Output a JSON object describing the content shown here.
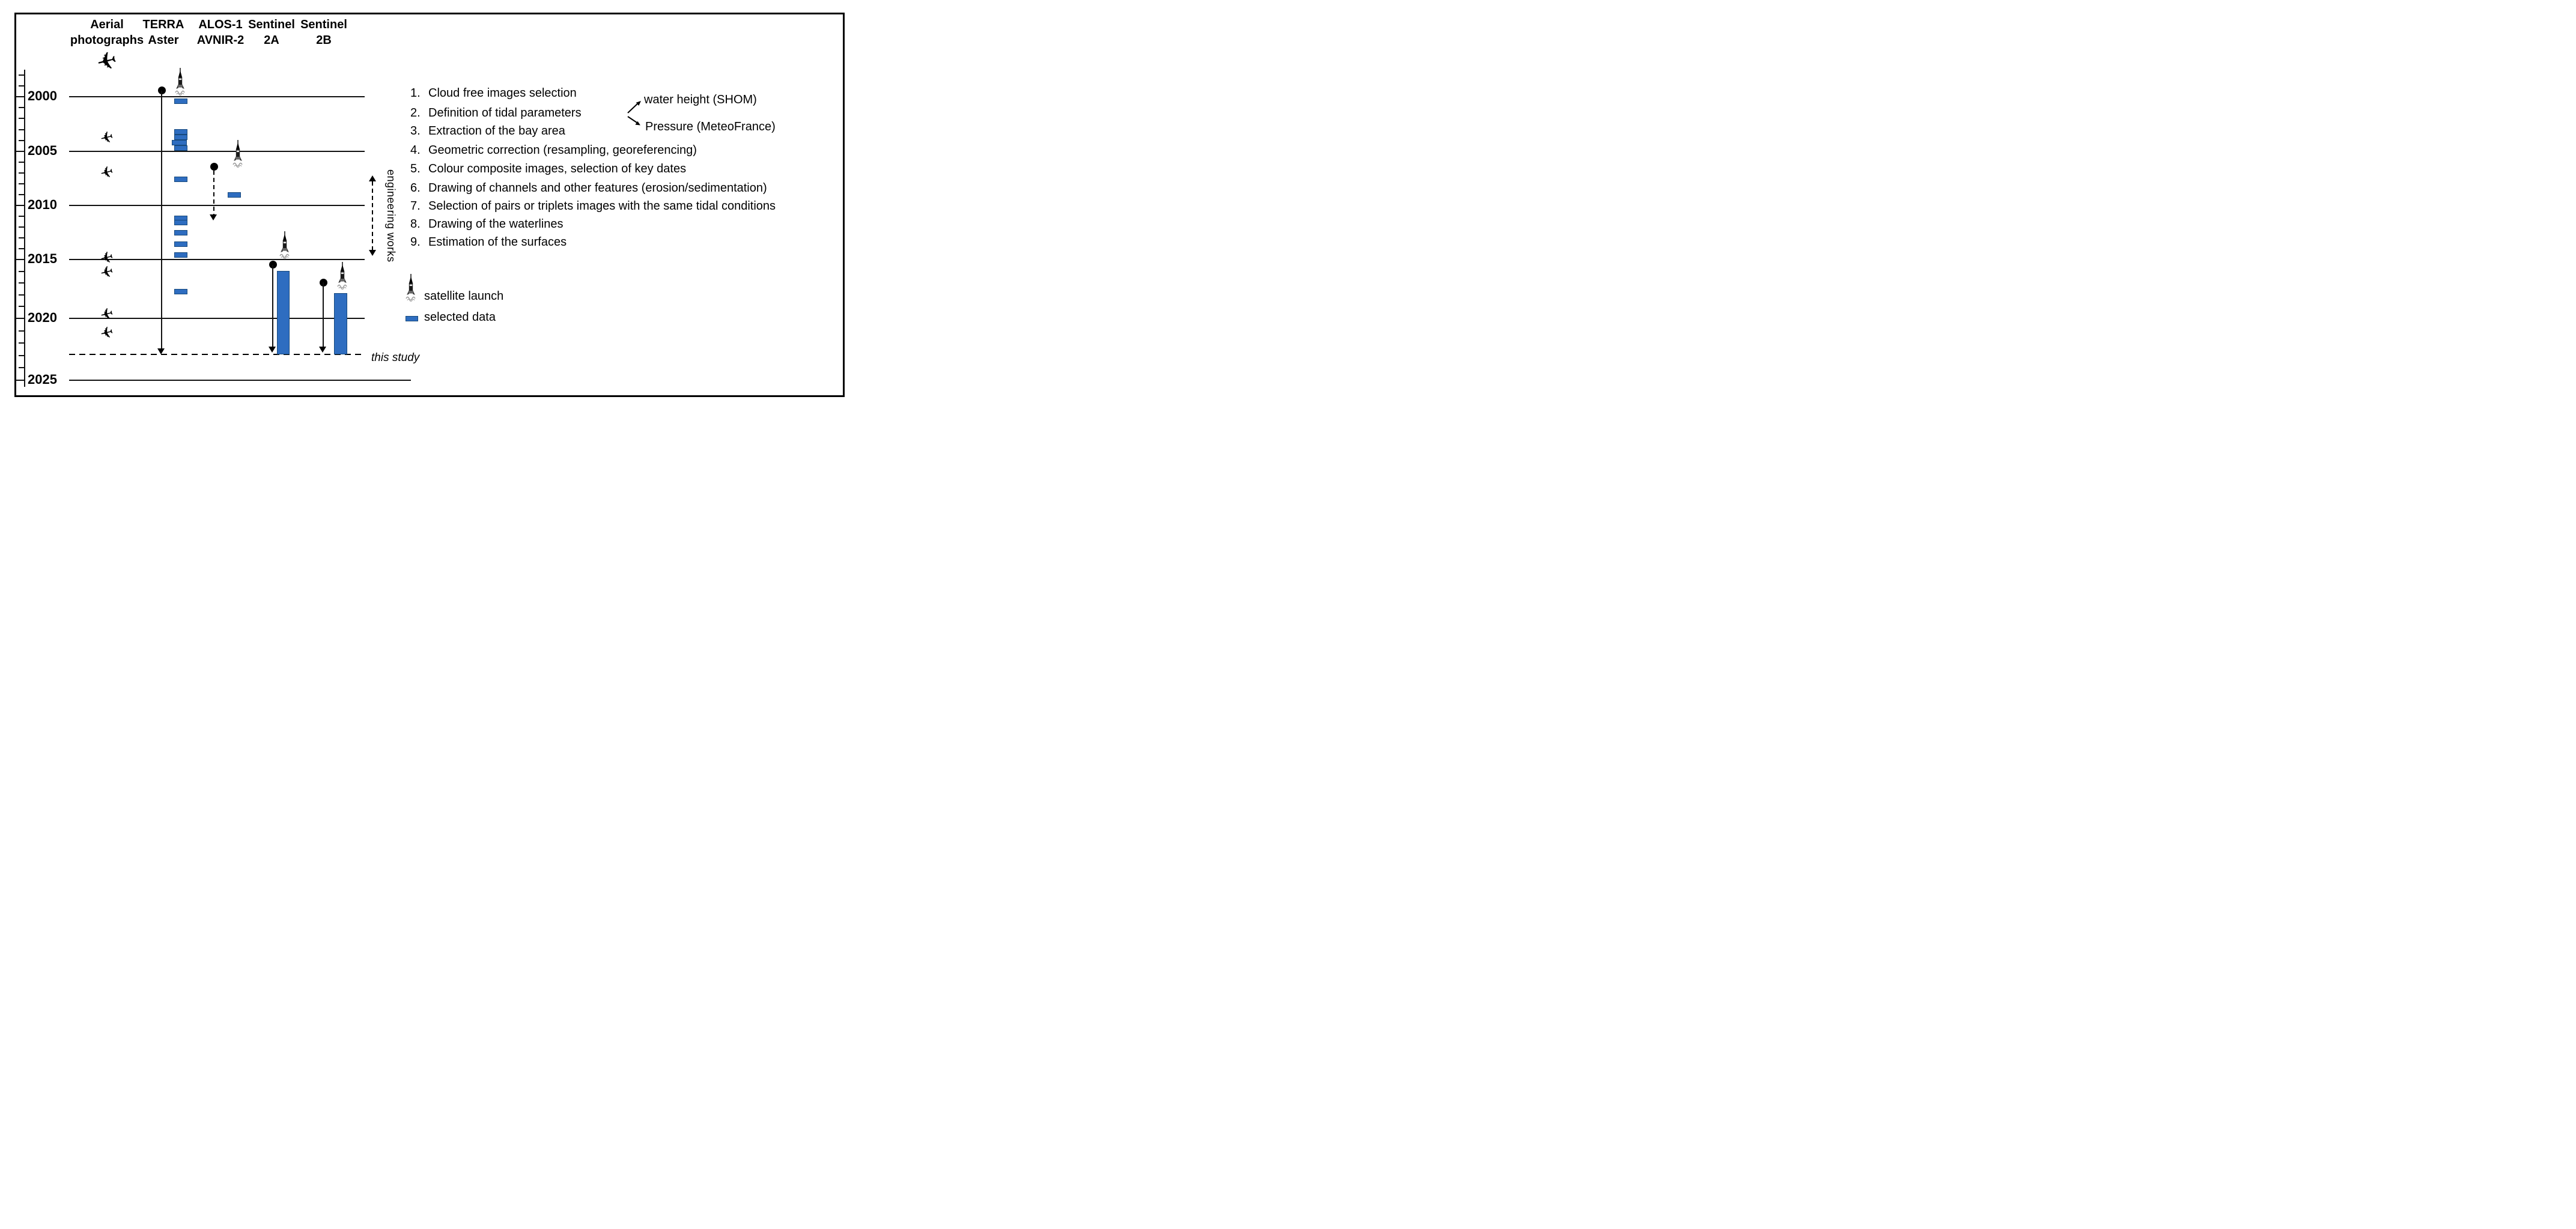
{
  "columns": [
    {
      "id": "aerial",
      "line1": "Aerial",
      "line2": "photographs"
    },
    {
      "id": "terra",
      "line1": "TERRA",
      "line2": "Aster"
    },
    {
      "id": "alos",
      "line1": "ALOS-1",
      "line2": "AVNIR-2"
    },
    {
      "id": "s2a",
      "line1": "Sentinel",
      "line2": "2A"
    },
    {
      "id": "s2b",
      "line1": "Sentinel",
      "line2": "2B"
    }
  ],
  "axis": {
    "year_min": 1998,
    "year_max": 2025,
    "label_years": [
      2000,
      2005,
      2010,
      2015,
      2020,
      2025
    ]
  },
  "steps": [
    {
      "n": "1.",
      "text": "Cloud free images selection"
    },
    {
      "n": "2.",
      "text": "Definition of tidal parameters"
    },
    {
      "n": "3.",
      "text": "Extraction of the bay area"
    },
    {
      "n": "4.",
      "text": "Geometric correction (resampling, georeferencing)"
    },
    {
      "n": "5.",
      "text": "Colour composite images, selection of key dates"
    },
    {
      "n": "6.",
      "text": "Drawing of channels and other features (erosion/sedimentation)"
    },
    {
      "n": "7.",
      "text": "Selection of pairs or triplets images with the same tidal conditions"
    },
    {
      "n": "8.",
      "text": "Drawing of the waterlines"
    },
    {
      "n": "9.",
      "text": "Estimation of the surfaces"
    }
  ],
  "annotations": {
    "water_height": "water height (SHOM)",
    "pressure": "Pressure (MeteoFrance)",
    "engineering_works": "engineering works",
    "this_study": "this study"
  },
  "legend": {
    "satellite_launch": "satellite launch",
    "selected_data": "selected data"
  },
  "colors": {
    "bar_fill": "#2e6dc0",
    "bar_border": "#17497c",
    "ink": "#000000",
    "smoke": "#999999"
  },
  "chart_data": {
    "type": "timeline",
    "orientation": "vertical-years",
    "year_range": [
      1998,
      2025
    ],
    "this_study_year": 2022.9,
    "engineering_works_span": [
      2007.2,
      2014.55
    ],
    "series": [
      {
        "name": "Aerial photographs",
        "marker": "plane",
        "event_years": [
          2003.8,
          2007.0,
          2014.9,
          2016.1,
          2019.7,
          2021.2
        ]
      },
      {
        "name": "TERRA Aster",
        "marker": "rocket",
        "launch_year": 1999.45,
        "selected_data_years": [
          2000.4,
          2003.2,
          2003.7,
          2004.2,
          2004.7,
          2007.6,
          2011.2,
          2011.6,
          2012.5,
          2013.6,
          2014.6,
          2017.75
        ],
        "coverage_arrow": {
          "from": 1999.45,
          "to": 2022.9,
          "style": "solid"
        }
      },
      {
        "name": "ALOS-1 AVNIR-2",
        "marker": "rocket",
        "launch_year": 2006.4,
        "selected_data_years": [
          2009.0
        ],
        "coverage_arrow": {
          "from": 2006.75,
          "to": 2011.4,
          "style": "dashed"
        }
      },
      {
        "name": "Sentinel 2A",
        "marker": "rocket",
        "launch_year": 2015.45,
        "data_period": [
          2015.95,
          2022.9
        ],
        "coverage_arrow": {
          "from": 2015.45,
          "to": 2022.9,
          "style": "solid"
        }
      },
      {
        "name": "Sentinel 2B",
        "marker": "rocket",
        "launch_year": 2016.95,
        "data_period": [
          2017.85,
          2022.9
        ],
        "coverage_arrow": {
          "from": 2016.95,
          "to": 2022.9,
          "style": "solid"
        }
      }
    ]
  }
}
